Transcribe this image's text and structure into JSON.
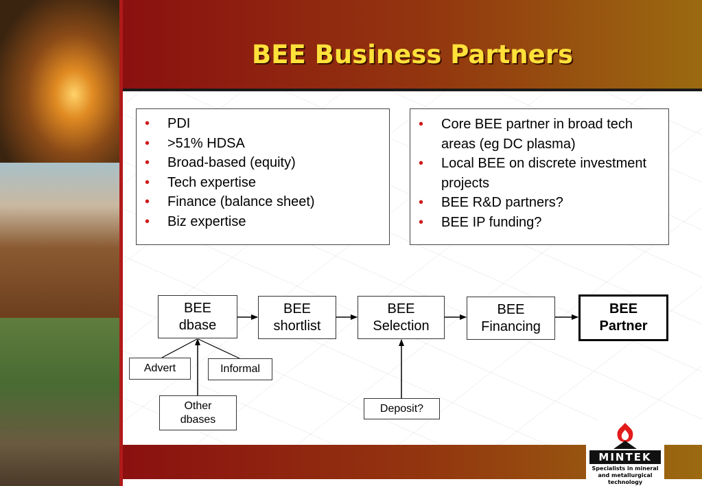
{
  "title": "BEE Business Partners",
  "left_bullets": [
    "PDI",
    ">51% HDSA",
    "Broad-based (equity)",
    "Tech expertise",
    "Finance (balance sheet)",
    "Biz expertise"
  ],
  "right_bullets": [
    "Core BEE partner in broad tech areas (eg DC plasma)",
    "Local BEE on discrete investment projects",
    "BEE R&D partners?",
    "BEE IP funding?"
  ],
  "flow": {
    "nodes": [
      "BEE\ndbase",
      "BEE\nshortlist",
      "BEE\nSelection",
      "BEE\nFinancing",
      "BEE\nPartner"
    ],
    "inputs": {
      "advert": "Advert",
      "informal": "Informal",
      "other_dbases": "Other\ndbases",
      "deposit": "Deposit?"
    }
  },
  "logo": {
    "name": "MINTEK",
    "tagline": "Specialists in mineral and metallurgical technology"
  },
  "colors": {
    "title": "#ffe13a",
    "bullet": "#d01a1a",
    "band_start": "#8b1010",
    "band_end": "#9b6a10"
  }
}
